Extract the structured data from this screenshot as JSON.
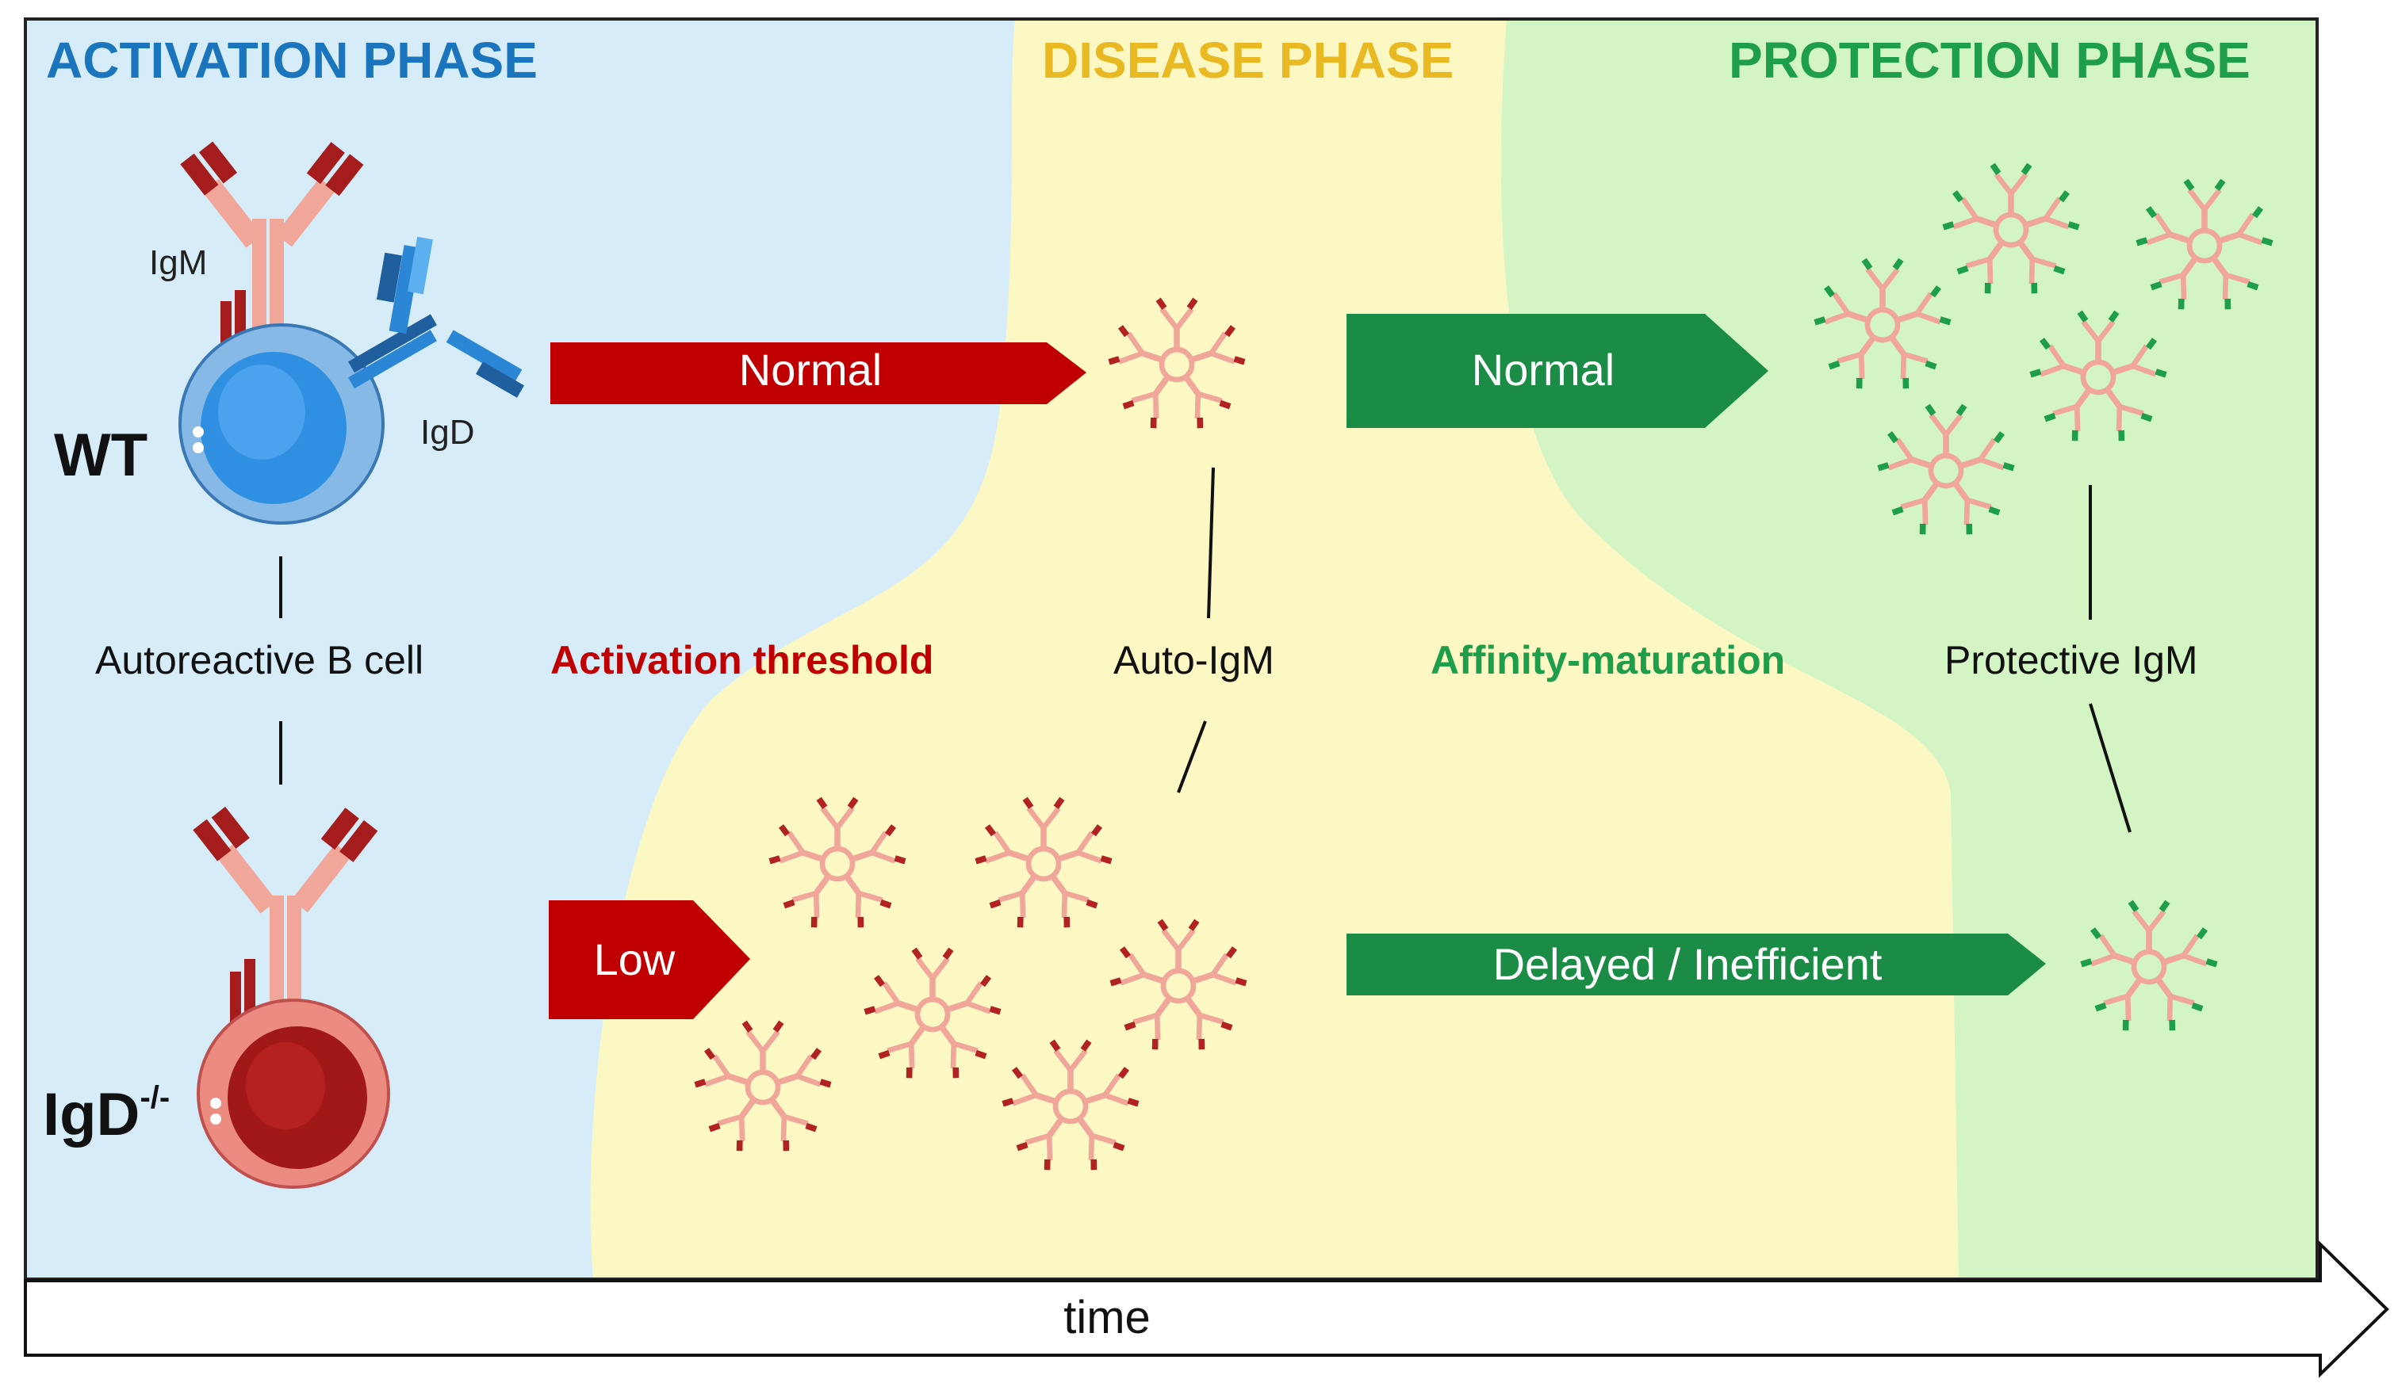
{
  "phases": {
    "activation": "ACTIVATION PHASE",
    "disease": "DISEASE PHASE",
    "protection": "PROTECTION PHASE"
  },
  "cells": {
    "wt_label": "WT",
    "igd_ko_label": "IgD",
    "igd_ko_superscript": "-/-",
    "igm_label": "IgM",
    "igd_label": "IgD"
  },
  "row_labels": {
    "autoreactive_b_cell": "Autoreactive B cell",
    "activation_threshold": "Activation threshold",
    "auto_igm": "Auto-IgM",
    "affinity_maturation": "Affinity-maturation",
    "protective_igm": "Protective IgM"
  },
  "arrows": {
    "wt_activation": "Normal",
    "wt_maturation": "Normal",
    "ko_activation": "Low",
    "ko_maturation": "Delayed / Inefficient"
  },
  "axis": {
    "label": "time"
  },
  "colors": {
    "activation_bg": "#d6ecf9",
    "disease_bg": "#fbf8c4",
    "protection_bg": "#d3f5c3",
    "activation_title": "#1b75bc",
    "disease_title": "#e8b923",
    "protection_title": "#1e9e4a",
    "red_arrow": "#c00000",
    "green_arrow": "#1a8c46",
    "pentamer_pink": "#f0a79a",
    "pentamer_red_tip": "#b22222",
    "pentamer_green_tip": "#1e9e4a"
  }
}
